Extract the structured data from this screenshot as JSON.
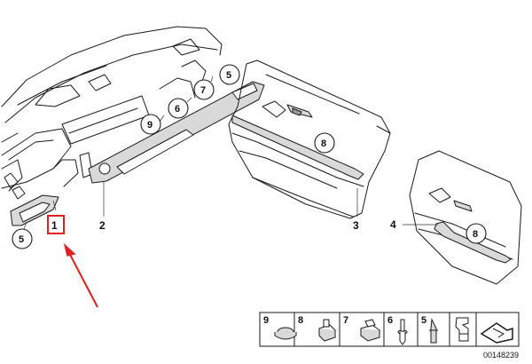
{
  "diagram": {
    "callouts": {
      "c9": "9",
      "c6": "6",
      "c7": "7",
      "c5_top": "5",
      "c8_door": "8",
      "c5_left": "5",
      "c8_rear": "8"
    },
    "part_labels": {
      "p1": "1",
      "p2": "2",
      "p3": "3",
      "p4": "4"
    },
    "highlight_color": "#e02020",
    "legend": [
      {
        "number": "9",
        "icon": "clip-cap-icon"
      },
      {
        "number": "8",
        "icon": "expanding-nut-icon"
      },
      {
        "number": "7",
        "icon": "clip-nut-icon"
      },
      {
        "number": "6",
        "icon": "plastic-rivet-icon"
      },
      {
        "number": "5",
        "icon": "push-pin-icon"
      },
      {
        "number": "",
        "icon": "spring-clip-icon"
      },
      {
        "number": "",
        "icon": "trim-strip-icon"
      }
    ],
    "diagram_id": "00148239"
  }
}
